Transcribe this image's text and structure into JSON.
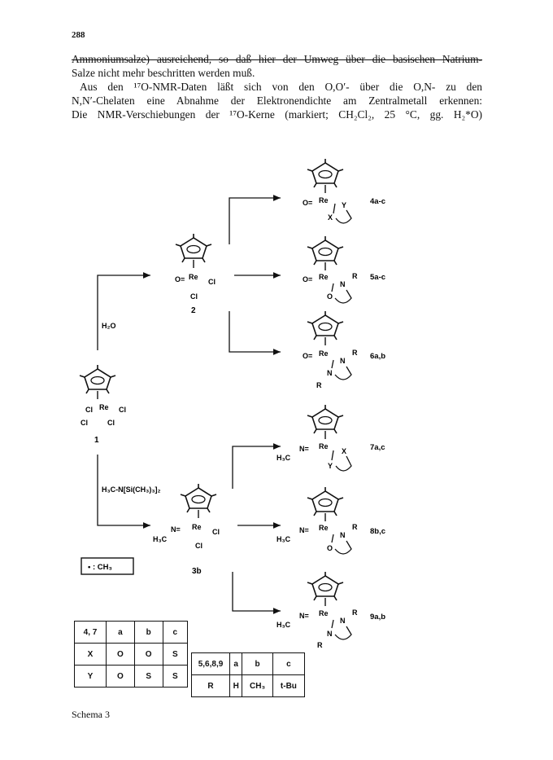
{
  "page": {
    "number": "288",
    "caption": "Schema 3"
  },
  "text_lines": [
    "Ammoniumsalze) ausreichend, so daß hier der Umweg über die basischen Natrium-",
    "Salze nicht mehr beschritten werden muß.",
    "Aus den ¹⁷O-NMR-Daten läßt sich von den O,O′- über die O,N- zu den",
    "N,N′-Chelaten eine Abnahme der Elektronendichte am Zentralmetall erkennen:",
    "Die NMR-Verschiebungen der ¹⁷O-Kerne (markiert; CH₂Cl₂, 25 °C, gg. H₂*O)"
  ],
  "scheme": {
    "compound_labels": {
      "c1": "1",
      "c2": "2",
      "c3b": "3b",
      "p4": "4a-c",
      "p5": "5a-c",
      "p6": "6a,b",
      "p7": "7a,c",
      "p8": "8b,c",
      "p9": "9a,b"
    },
    "reagents": {
      "water": "H₂O",
      "amine": "H₃C-N[Si(CH₃)₃]₂"
    },
    "legend": "• : CH₃",
    "atoms": {
      "re": "Re",
      "o_eq": "O=",
      "cl": "Cl",
      "x": "X",
      "y": "Y",
      "n": "N",
      "o": "O",
      "r": "R",
      "h3c": "H₃C",
      "n_eq": "N="
    }
  },
  "table1": {
    "header": [
      "4, 7",
      "a",
      "b",
      "c"
    ],
    "rows": [
      [
        "X",
        "O",
        "O",
        "S"
      ],
      [
        "Y",
        "O",
        "S",
        "S"
      ]
    ]
  },
  "table2": {
    "header": [
      "5,6,8,9",
      "a",
      "b",
      "c"
    ],
    "row": [
      "R",
      "H",
      "CH₃",
      "t-Bu"
    ]
  }
}
